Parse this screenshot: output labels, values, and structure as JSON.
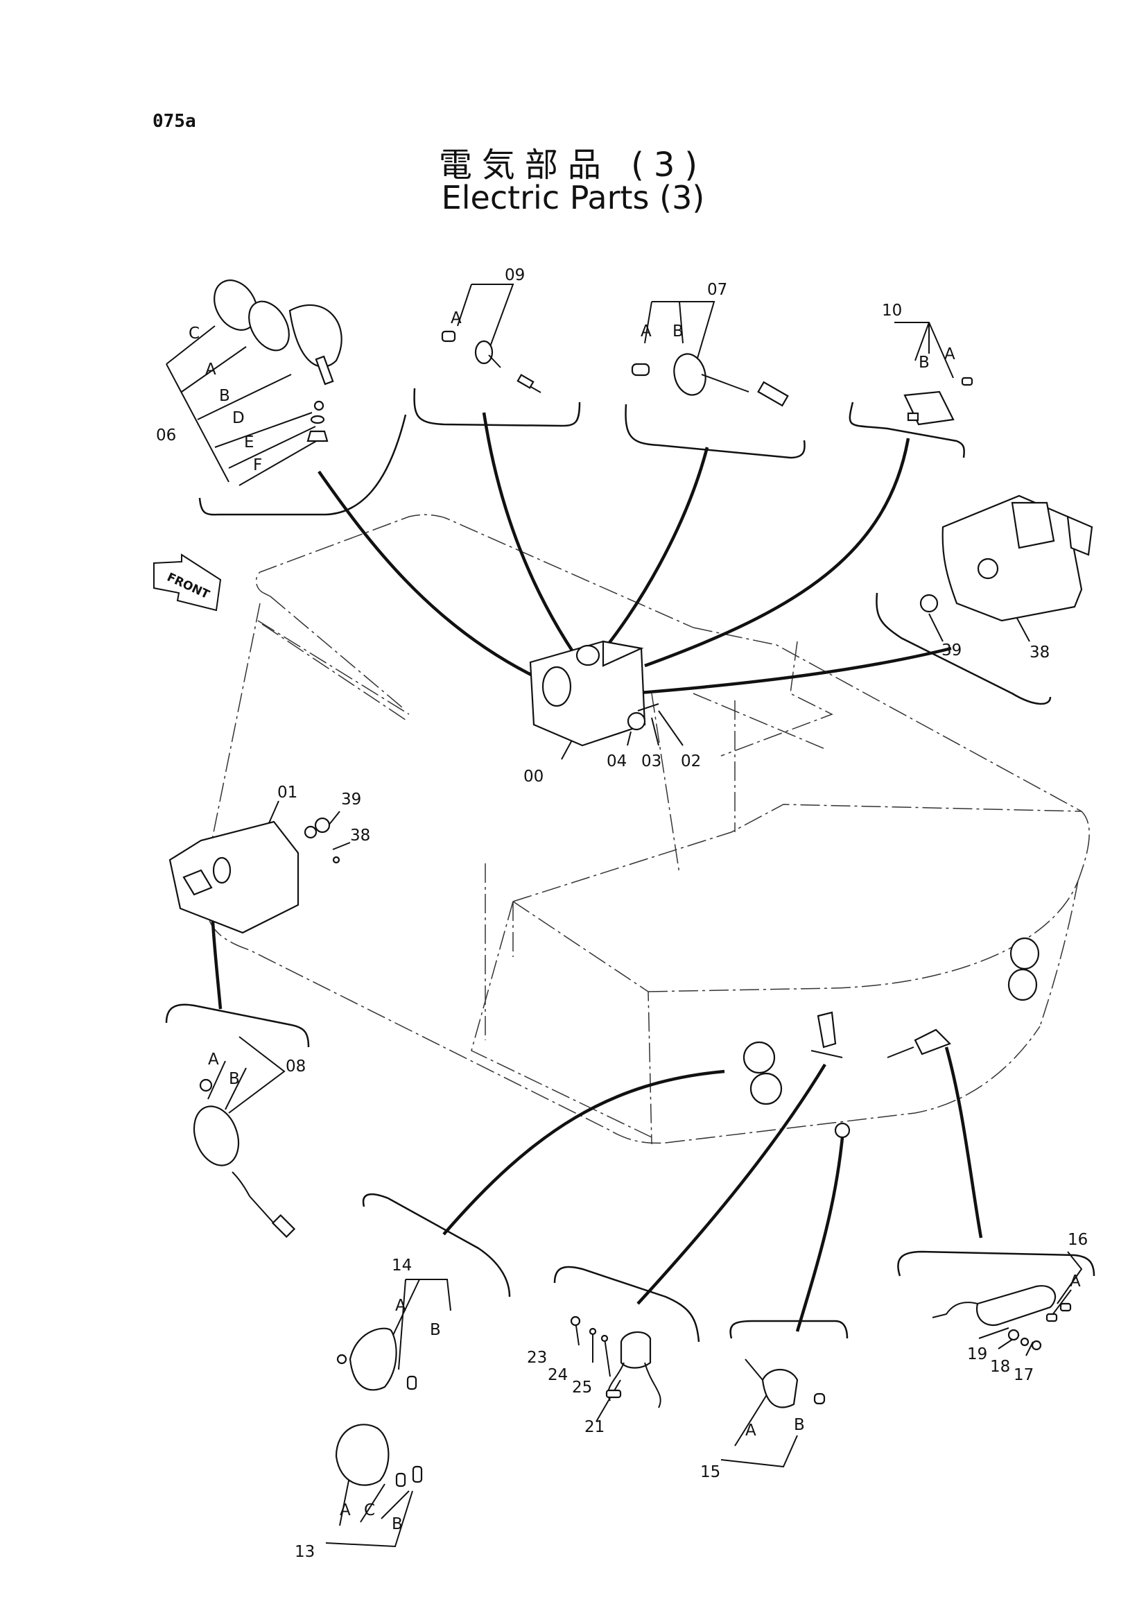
{
  "header": {
    "page_code": "075a",
    "title_jp": "電気部品 (3)",
    "title_en": "Electric Parts (3)"
  },
  "direction_arrow": {
    "text": "FRONT"
  },
  "callouts": [
    {
      "id": "c06",
      "text": "06"
    },
    {
      "id": "c06C",
      "text": "C"
    },
    {
      "id": "c06A",
      "text": "A"
    },
    {
      "id": "c06B",
      "text": "B"
    },
    {
      "id": "c06D",
      "text": "D"
    },
    {
      "id": "c06E",
      "text": "E"
    },
    {
      "id": "c06F",
      "text": "F"
    },
    {
      "id": "c09",
      "text": "09"
    },
    {
      "id": "c09A",
      "text": "A"
    },
    {
      "id": "c07",
      "text": "07"
    },
    {
      "id": "c07A",
      "text": "A"
    },
    {
      "id": "c07B",
      "text": "B"
    },
    {
      "id": "c10",
      "text": "10"
    },
    {
      "id": "c10B",
      "text": "B"
    },
    {
      "id": "c10A",
      "text": "A"
    },
    {
      "id": "c39a",
      "text": "39"
    },
    {
      "id": "c38a",
      "text": "38"
    },
    {
      "id": "c00",
      "text": "00"
    },
    {
      "id": "c04",
      "text": "04"
    },
    {
      "id": "c03",
      "text": "03"
    },
    {
      "id": "c02",
      "text": "02"
    },
    {
      "id": "c01",
      "text": "01"
    },
    {
      "id": "c39b",
      "text": "39"
    },
    {
      "id": "c38b",
      "text": "38"
    },
    {
      "id": "c08",
      "text": "08"
    },
    {
      "id": "c08A",
      "text": "A"
    },
    {
      "id": "c08B",
      "text": "B"
    },
    {
      "id": "c14",
      "text": "14"
    },
    {
      "id": "c14A",
      "text": "A"
    },
    {
      "id": "c14B",
      "text": "B"
    },
    {
      "id": "c13",
      "text": "13"
    },
    {
      "id": "c13A",
      "text": "A"
    },
    {
      "id": "c13C",
      "text": "C"
    },
    {
      "id": "c13B",
      "text": "B"
    },
    {
      "id": "c23",
      "text": "23"
    },
    {
      "id": "c24",
      "text": "24"
    },
    {
      "id": "c25",
      "text": "25"
    },
    {
      "id": "c21",
      "text": "21"
    },
    {
      "id": "c15",
      "text": "15"
    },
    {
      "id": "c15A",
      "text": "A"
    },
    {
      "id": "c15B",
      "text": "B"
    },
    {
      "id": "c16",
      "text": "16"
    },
    {
      "id": "c16A",
      "text": "A"
    },
    {
      "id": "c19",
      "text": "19"
    },
    {
      "id": "c18",
      "text": "18"
    },
    {
      "id": "c17",
      "text": "17"
    }
  ]
}
